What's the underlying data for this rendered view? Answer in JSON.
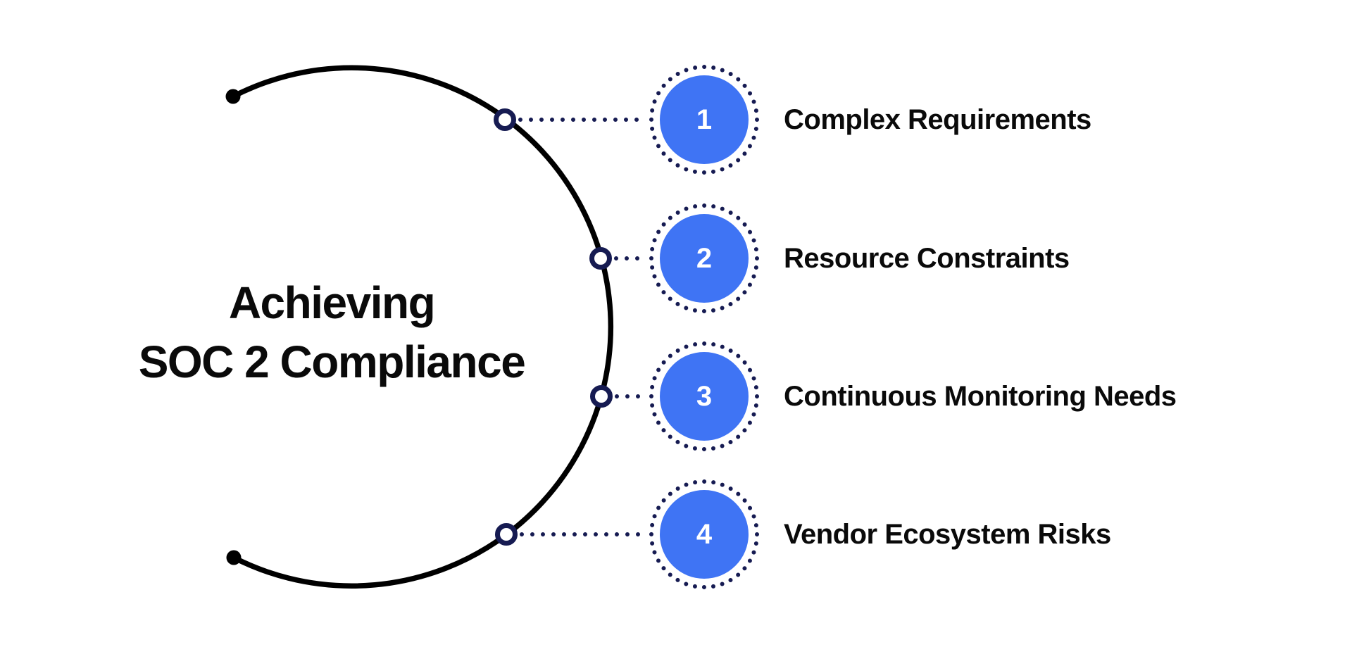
{
  "title": {
    "line1": "Achieving",
    "line2": "SOC 2 Compliance"
  },
  "items": [
    {
      "number": "1",
      "label": "Complex Requirements"
    },
    {
      "number": "2",
      "label": "Resource Constraints"
    },
    {
      "number": "3",
      "label": "Continuous Monitoring Needs"
    },
    {
      "number": "4",
      "label": "Vendor Ecosystem Risks"
    }
  ],
  "colors": {
    "accent_blue": "#3F74F4",
    "navy": "#161B52",
    "ink": "#0A0A0A",
    "black": "#000000",
    "number_text": "#FFFFFF",
    "background": "#FFFFFF"
  }
}
